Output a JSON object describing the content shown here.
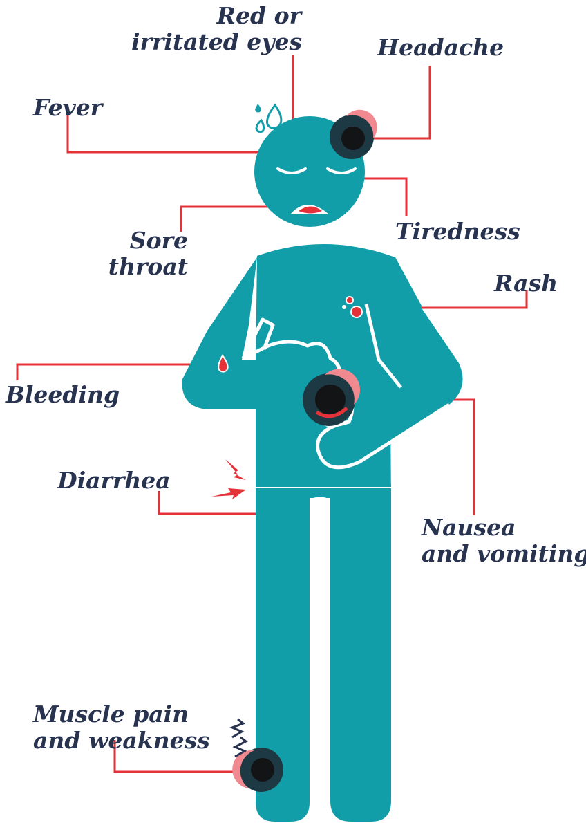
{
  "colors": {
    "body": "#129ea9",
    "accent": "#e43238",
    "text": "#283350",
    "pain_core": "#131416",
    "pain_ring": "#1d3a44",
    "outline": "#ffffff"
  },
  "labels": {
    "red_eyes": "Red or\nirritated eyes",
    "headache": "Headache",
    "fever": "Fever",
    "tiredness": "Tiredness",
    "sore_throat": "Sore\nthroat",
    "rash": "Rash",
    "bleeding": "Bleeding",
    "diarrhea": "Diarrhea",
    "nausea": "Nausea\nand vomiting",
    "muscle": "Muscle pain\nand weakness"
  },
  "icons": [
    "sweat-drops-icon",
    "pain-spot-icon",
    "blood-drop-icon",
    "rash-dots-icon",
    "lightning-icon",
    "zigzag-icon"
  ]
}
